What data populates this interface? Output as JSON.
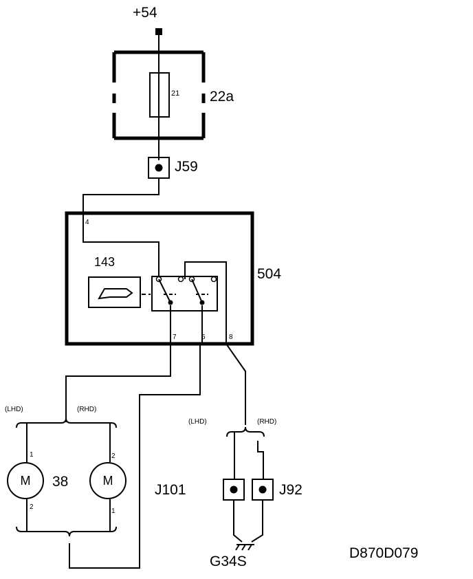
{
  "supply": {
    "label": "+54"
  },
  "fuse_box": {
    "label": "22a",
    "fuse_number": "21"
  },
  "connector_j59": {
    "label": "J59"
  },
  "relay_unit": {
    "label": "504",
    "sensor_label": "143",
    "pins": {
      "input": "4",
      "out_a": "7",
      "out_b": "6",
      "out_c": "8"
    }
  },
  "motors": {
    "label": "38",
    "lhd_label": "(LHD)",
    "rhd_label": "(RHD)",
    "motor_symbol": "M",
    "left_pins": {
      "top": "1",
      "bottom": "2"
    },
    "right_pins": {
      "top": "2",
      "bottom": "1"
    }
  },
  "connector_j101": {
    "label": "J101"
  },
  "ground_branch": {
    "lhd_label": "(LHD)",
    "rhd_label": "(RHD)",
    "connector_label": "J92",
    "ground_label": "G34S"
  },
  "diagram_code": "D870D079"
}
